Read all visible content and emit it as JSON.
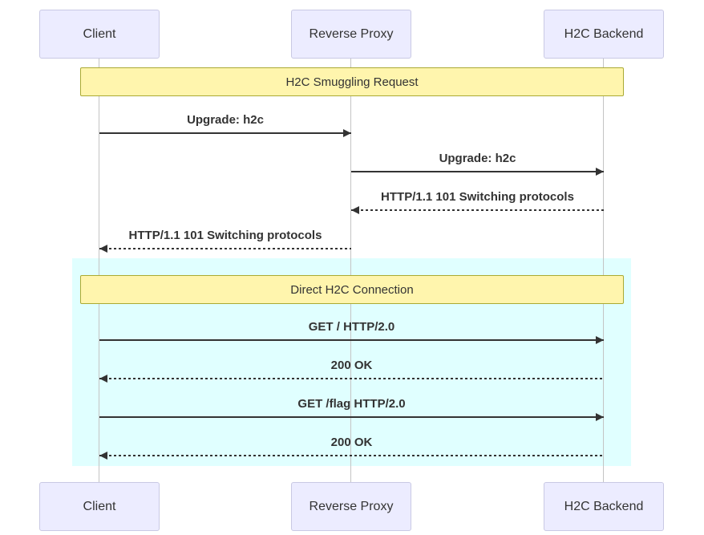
{
  "diagram": {
    "type": "sequence",
    "actors": [
      {
        "id": "client",
        "label": "Client"
      },
      {
        "id": "proxy",
        "label": "Reverse Proxy"
      },
      {
        "id": "backend",
        "label": "H2C Backend"
      }
    ],
    "banners": [
      {
        "label": "H2C Smuggling Request"
      },
      {
        "label": "Direct H2C Connection"
      }
    ],
    "messages": [
      {
        "label": "Upgrade: h2c",
        "from": "Client",
        "to": "Reverse Proxy",
        "style": "solid"
      },
      {
        "label": "Upgrade: h2c",
        "from": "Reverse Proxy",
        "to": "H2C Backend",
        "style": "solid"
      },
      {
        "label": "HTTP/1.1 101 Switching protocols",
        "from": "H2C Backend",
        "to": "Reverse Proxy",
        "style": "dashed"
      },
      {
        "label": "HTTP/1.1 101 Switching protocols",
        "from": "Reverse Proxy",
        "to": "Client",
        "style": "dashed"
      },
      {
        "label": "GET / HTTP/2.0",
        "from": "Client",
        "to": "H2C Backend",
        "style": "solid"
      },
      {
        "label": "200 OK",
        "from": "H2C Backend",
        "to": "Client",
        "style": "dashed"
      },
      {
        "label": "GET /flag HTTP/2.0",
        "from": "Client",
        "to": "H2C Backend",
        "style": "solid"
      },
      {
        "label": "200 OK",
        "from": "H2C Backend",
        "to": "Client",
        "style": "dashed"
      }
    ],
    "highlight_section": {
      "label": "Direct H2C Connection",
      "color": "#E0FFFF"
    },
    "colors": {
      "actor_fill": "#ECECFF",
      "actor_border": "#c9c9e4",
      "note_fill": "#FFF5AD",
      "note_border": "#AAAA33",
      "highlight": "#E0FFFF",
      "line": "#333333",
      "lifeline": "#c4c4c4"
    }
  }
}
